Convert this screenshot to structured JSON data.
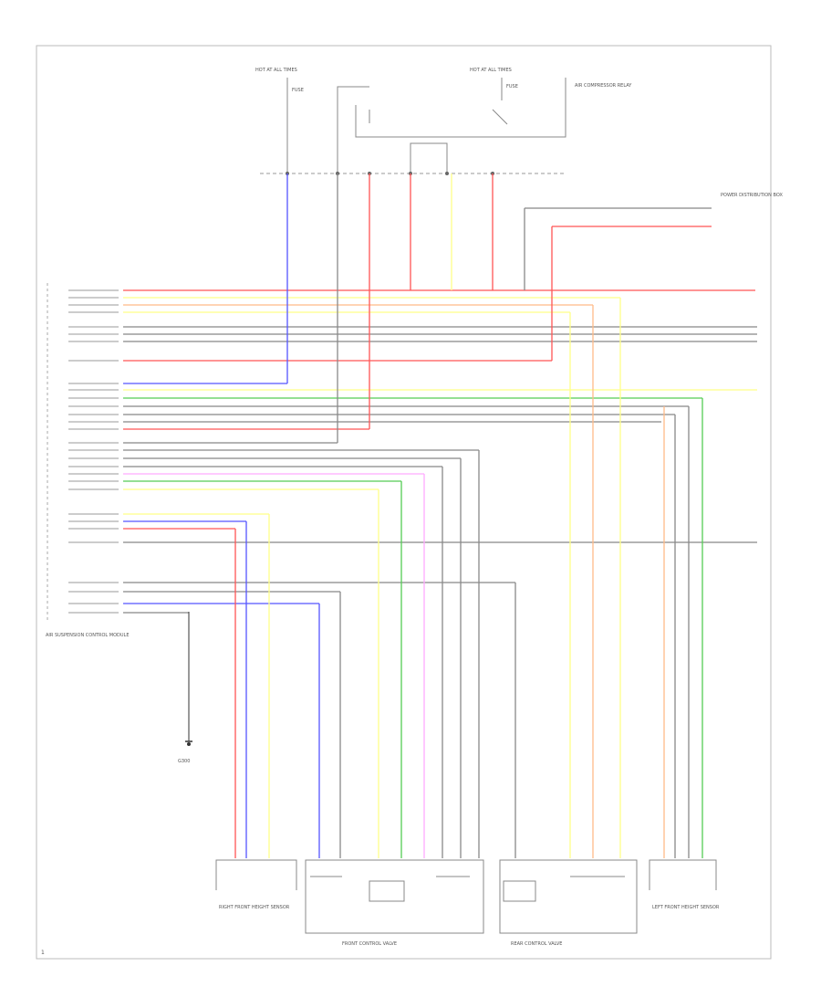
{
  "diagram": {
    "top_labels": {
      "hot_left": "HOT AT ALL TIMES",
      "hot_right": "HOT AT ALL TIMES",
      "fuse_left": "FUSE",
      "fuse_right": "FUSE",
      "relay_label": "AIR COMPRESSOR RELAY",
      "sect_label": "POWER DISTRIBUTION BOX"
    },
    "module_label": "AIR SUSPENSION CONTROL MODULE",
    "ground_label": "G300",
    "bottom_labels": {
      "rf": "RIGHT FRONT HEIGHT SENSOR",
      "frv": "FRONT CONTROL VALVE",
      "rear": "REAR CONTROL VALVE",
      "lf": "LEFT FRONT HEIGHT SENSOR"
    },
    "page_number": "1"
  },
  "colors": {
    "red": "#ff5555",
    "yellow": "#ffff88",
    "blue": "#5555ff",
    "green": "#55cc55",
    "orange": "#ffbb88",
    "pink": "#ffaaff",
    "gray": "#888888",
    "black": "#333333"
  }
}
